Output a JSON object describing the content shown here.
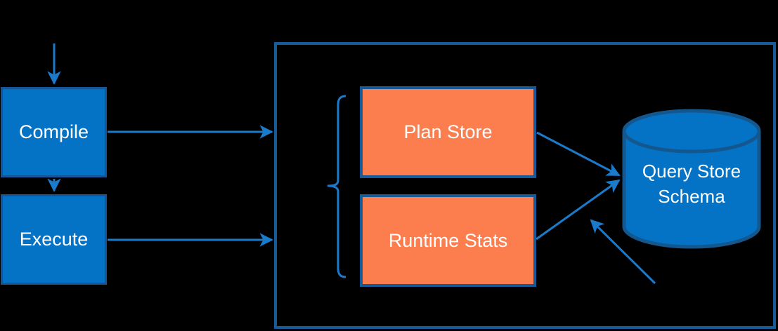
{
  "diagram": {
    "title": "Query Store data flow diagram",
    "background_color": "#000000",
    "colors": {
      "process_box_fill": "#0473c6",
      "process_box_border": "#15569b",
      "store_box_fill": "#fc7e4e",
      "store_box_border": "#175a99",
      "container_border": "#175a99",
      "arrow": "#1b7ac9",
      "cylinder_fill": "#0473c6",
      "cylinder_border": "#14578f",
      "text": "#ffffff"
    },
    "nodes": {
      "compile": {
        "label": "Compile",
        "shape": "rectangle"
      },
      "execute": {
        "label": "Execute",
        "shape": "rectangle"
      },
      "plan_store": {
        "label": "Plan Store",
        "shape": "rectangle"
      },
      "runtime_stats": {
        "label": "Runtime Stats",
        "shape": "rectangle"
      },
      "query_store_schema": {
        "label": "Query Store\nSchema",
        "shape": "database-cylinder"
      }
    },
    "edges": [
      {
        "from": "external-top",
        "to": "compile",
        "type": "arrow"
      },
      {
        "from": "compile",
        "to": "execute",
        "type": "arrow"
      },
      {
        "from": "compile",
        "to": "query-store-container",
        "type": "arrow"
      },
      {
        "from": "execute",
        "to": "query-store-container",
        "type": "arrow"
      },
      {
        "from": "plan_store",
        "to": "query_store_schema",
        "type": "arrow"
      },
      {
        "from": "runtime_stats",
        "to": "query_store_schema",
        "type": "arrow"
      },
      {
        "from": "external-bottom-right",
        "to": "query_store_schema_area",
        "type": "arrow"
      },
      {
        "from": "brace",
        "to": "plan_store+runtime_stats",
        "type": "grouping-brace"
      }
    ]
  }
}
